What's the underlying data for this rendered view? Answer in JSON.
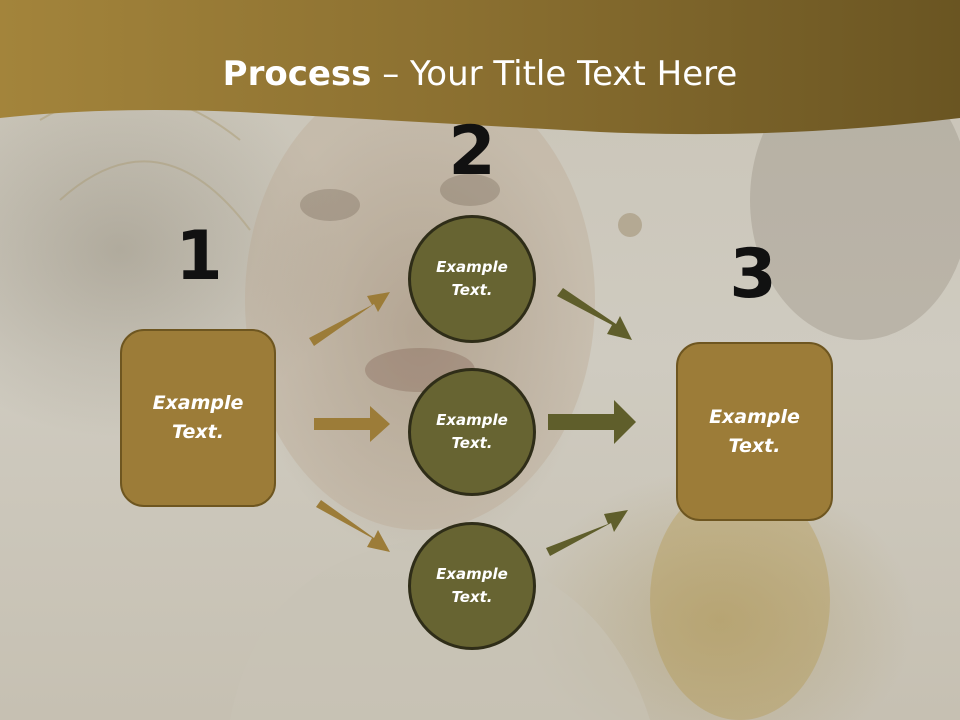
{
  "title": {
    "bold": "Process",
    "separator": " – ",
    "rest": "Your Title Text Here"
  },
  "steps": [
    {
      "number": "1",
      "label": "Example Text."
    },
    {
      "number": "2",
      "label": ""
    },
    {
      "number": "3",
      "label": "Example Text."
    }
  ],
  "circles": [
    {
      "label": "Example Text."
    },
    {
      "label": "Example Text."
    },
    {
      "label": "Example Text."
    }
  ],
  "colors": {
    "header": "#8d7230",
    "box_fill": "#9c7c38",
    "circle_fill": "#676432",
    "arrow_left": "#9c7c38",
    "arrow_right": "#5f5e2b"
  }
}
